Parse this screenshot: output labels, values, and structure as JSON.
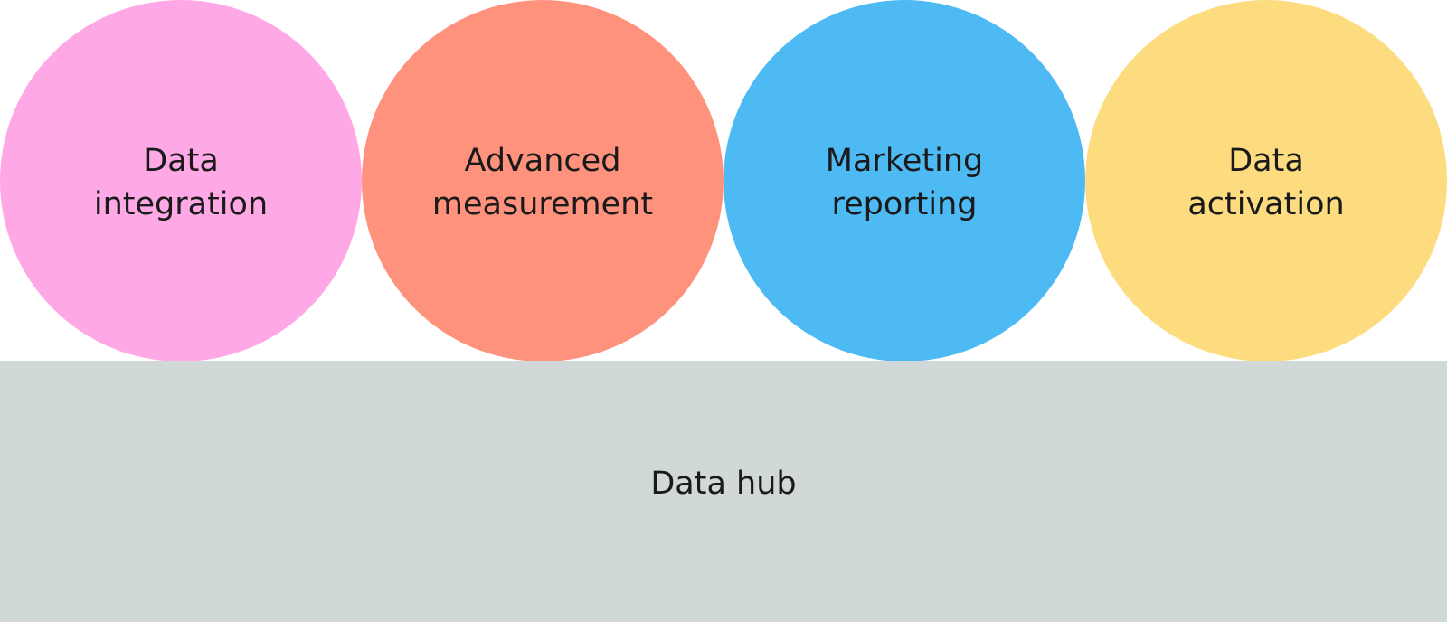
{
  "colors": {
    "data_integration": "#FFA8E6",
    "advanced_measurement": "#FF927D",
    "marketing_reporting": "#4DBAF3",
    "data_activation": "#FDDC80",
    "data_hub": "#D0D9D7",
    "text": "#1A1A1A"
  },
  "circles": [
    {
      "label": "Data\nintegration",
      "color_key": "data_integration"
    },
    {
      "label": "Advanced\nmeasurement",
      "color_key": "advanced_measurement"
    },
    {
      "label": "Marketing\nreporting",
      "color_key": "marketing_reporting"
    },
    {
      "label": "Data\nactivation",
      "color_key": "data_activation"
    }
  ],
  "hub": {
    "label": "Data hub"
  }
}
